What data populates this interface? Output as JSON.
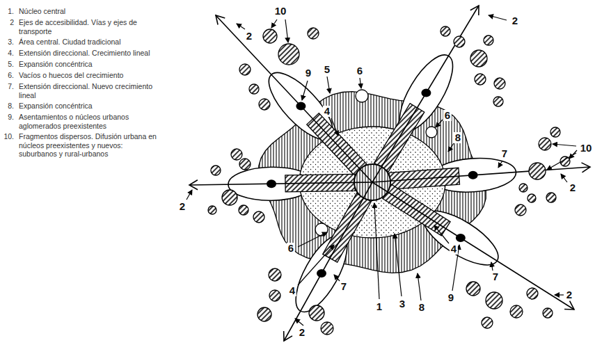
{
  "diagram": {
    "labels": [
      "1.",
      "Núcleo central",
      "2",
      "Ejes de accesibilidad. Vías y ejes de transporte",
      "3.",
      "Área central. Ciudad tradicional",
      "4.",
      "Extensión direccional. Crecimiento lineal",
      "5.",
      "Expansión concéntrica",
      "6.",
      "Vacíos o huecos del crecimiento",
      "7.",
      "Extensión direccional. Nuevo crecimiento lineal",
      "8.",
      "Expansión concéntrica",
      "9.",
      "Asentamientos o núcleos urbanos aglomerados preexistentes",
      "10.",
      "Fragmentos dispersos. Difusión urbana en núcleos preexistentes y nuevos: suburbanos y rural-urbanos",
      "10",
      "2",
      "2",
      "9",
      "5",
      "6",
      "4",
      "6",
      "8",
      "10",
      "7",
      "2",
      "2",
      "6",
      "4",
      "7",
      "4",
      "7",
      "2",
      "9",
      "8",
      "1",
      "3",
      "2"
    ]
  }
}
